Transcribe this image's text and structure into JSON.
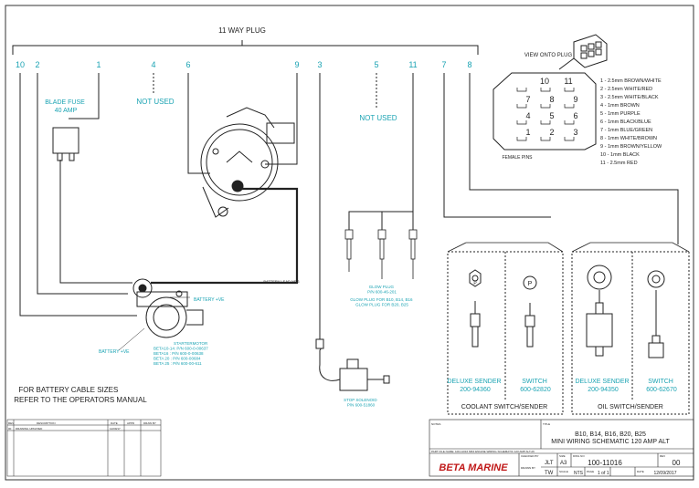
{
  "header": {
    "plug_title": "11 WAY PLUG"
  },
  "pins": [
    {
      "id": "pin-10",
      "label": "10"
    },
    {
      "id": "pin-2",
      "label": "2"
    },
    {
      "id": "pin-1",
      "label": "1"
    },
    {
      "id": "pin-4",
      "label": "4"
    },
    {
      "id": "pin-6",
      "label": "6"
    },
    {
      "id": "pin-9",
      "label": "9"
    },
    {
      "id": "pin-3",
      "label": "3"
    },
    {
      "id": "pin-5",
      "label": "5"
    },
    {
      "id": "pin-11",
      "label": "11"
    },
    {
      "id": "pin-7",
      "label": "7"
    },
    {
      "id": "pin-8",
      "label": "8"
    }
  ],
  "labels": {
    "fuse": "BLADE FUSE\n40 AMP",
    "not_used_4": "NOT USED",
    "not_used_5": "NOT USED",
    "view_onto_plug": "VIEW ONTO PLUG",
    "female_pins": "FEMALE PINS",
    "battery_lead": "BATTERY LEAD NEG",
    "battery_ve_top": "BATTERY +VE",
    "battery_ve_left": "BATTERY +VE",
    "starter_motor": "STARTERMOTOR\nBETA10-14: P/N 600-0-00637\nBETA16    : P/N 600-0-00638\nBETA 20   : P/N 600-00684\nBETA 25   : P/N 600-00-611",
    "glow_plug": "GLOW PLUG\nP/N 600-46-201",
    "glow_plug_note": "GLOW PLUG FOR B10, B14, B16\nGLOW PLUG FOR B20, B25",
    "stop_solenoid": "STOP SOLENOID\nP/N 600-51860",
    "battery_cable_note": "FOR BATTERY CABLE SIZES\nREFER TO THE OPERATORS MANUAL",
    "coolant_deluxe": "DELUXE SENDER\n200-94360",
    "coolant_switch": "SWITCH\n600-62820",
    "coolant_group": "COOLANT SWITCH/SENDER",
    "oil_deluxe": "DELUXE SENDER\n200-94350",
    "oil_switch": "SWITCH\n600-62670",
    "oil_group": "OIL SWITCH/SENDER"
  },
  "plug_face_numbers": [
    "10",
    "11",
    "7",
    "8",
    "9",
    "4",
    "5",
    "6",
    "1",
    "2",
    "3"
  ],
  "pin_legend": [
    "1 - 2.5mm BROWN/WHITE",
    "2 - 2.5mm WHITE/RED",
    "3 - 2.5mm WHITE/BLACK",
    "4 - 1mm BROWN",
    "5 - 1mm PURPLE",
    "6 - 1mm BLACK/BLUE",
    "7 - 1mm BLUE/GREEN",
    "8 - 1mm WHITE/BROWN",
    "9 - 1mm BROWN/YELLOW",
    "10 - 1mm BLACK",
    "11 - 2.5mm RED"
  ],
  "revision_table": {
    "headers": [
      "REV",
      "DESCRIPTION",
      "DATE",
      "APPD",
      "DRAW BY"
    ],
    "rows": [
      [
        "00",
        "DRAWING UPDATED",
        "12/09/17",
        "",
        ""
      ]
    ]
  },
  "title_block": {
    "notes_label": "NOTES",
    "title_label": "TITLE",
    "title_line1": "B10, B14, B16, B20, B25",
    "title_line2": "MINI WIRING SCHEMATIC 120 AMP ALT",
    "part_file_name": "PART FILE NAME: 100-11016 MINI ENGINE WIRING SCHEMATIC 120 AMP ALT.dft",
    "logo_text": "BETA MARINE",
    "checked_by_label": "CHECKED BY",
    "checked_by": "JLT",
    "drawn_by_label": "DRAWN BY",
    "drawn_by": "TW",
    "size_label": "SIZE",
    "size": "A3",
    "dwg_no_label": "DWG NO",
    "dwg_no": "100-11016",
    "rev_label": "REV",
    "rev": "00",
    "scale_label": "SCALE",
    "scale": "NTS",
    "page_label": "PAGE",
    "page": "1 of 1",
    "date_label": "DATE",
    "date": "12/09/2017"
  },
  "colors": {
    "ink": "#222222",
    "accent": "#1aa3b3",
    "border": "#333333"
  }
}
